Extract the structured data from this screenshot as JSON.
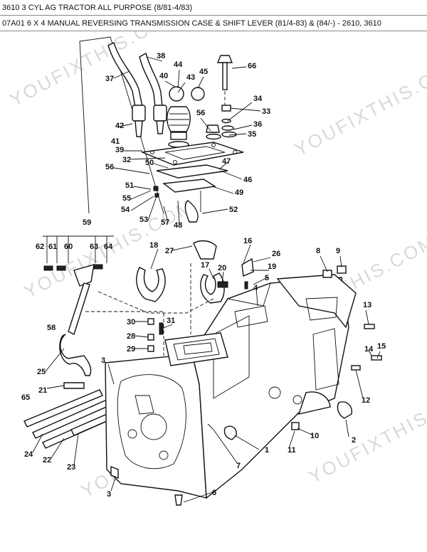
{
  "header": {
    "line1": "3610 3 CYL AG TRACTOR ALL PURPOSE (8/81-4/83)",
    "line2": "07A01 6 X 4 MANUAL REVERSING TRANSMISSION CASE & SHIFT LEVER (81/4-83) & (84/-) - 2610, 3610"
  },
  "watermark": "YOUFIXTHIS.COM",
  "callouts": [
    "1",
    "2",
    "3",
    "3",
    "3",
    "4",
    "5",
    "6",
    "7",
    "8",
    "9",
    "10",
    "11",
    "12",
    "13",
    "14",
    "15",
    "16",
    "17",
    "18",
    "19",
    "20",
    "21",
    "22",
    "23",
    "24",
    "25",
    "26",
    "27",
    "28",
    "29",
    "30",
    "31",
    "32",
    "33",
    "34",
    "35",
    "36",
    "37",
    "38",
    "39",
    "40",
    "41",
    "42",
    "43",
    "44",
    "45",
    "46",
    "47",
    "48",
    "49",
    "50",
    "51",
    "52",
    "53",
    "54",
    "55",
    "56",
    "56",
    "57",
    "58",
    "59",
    "60",
    "61",
    "62",
    "63",
    "64",
    "65",
    "66"
  ]
}
